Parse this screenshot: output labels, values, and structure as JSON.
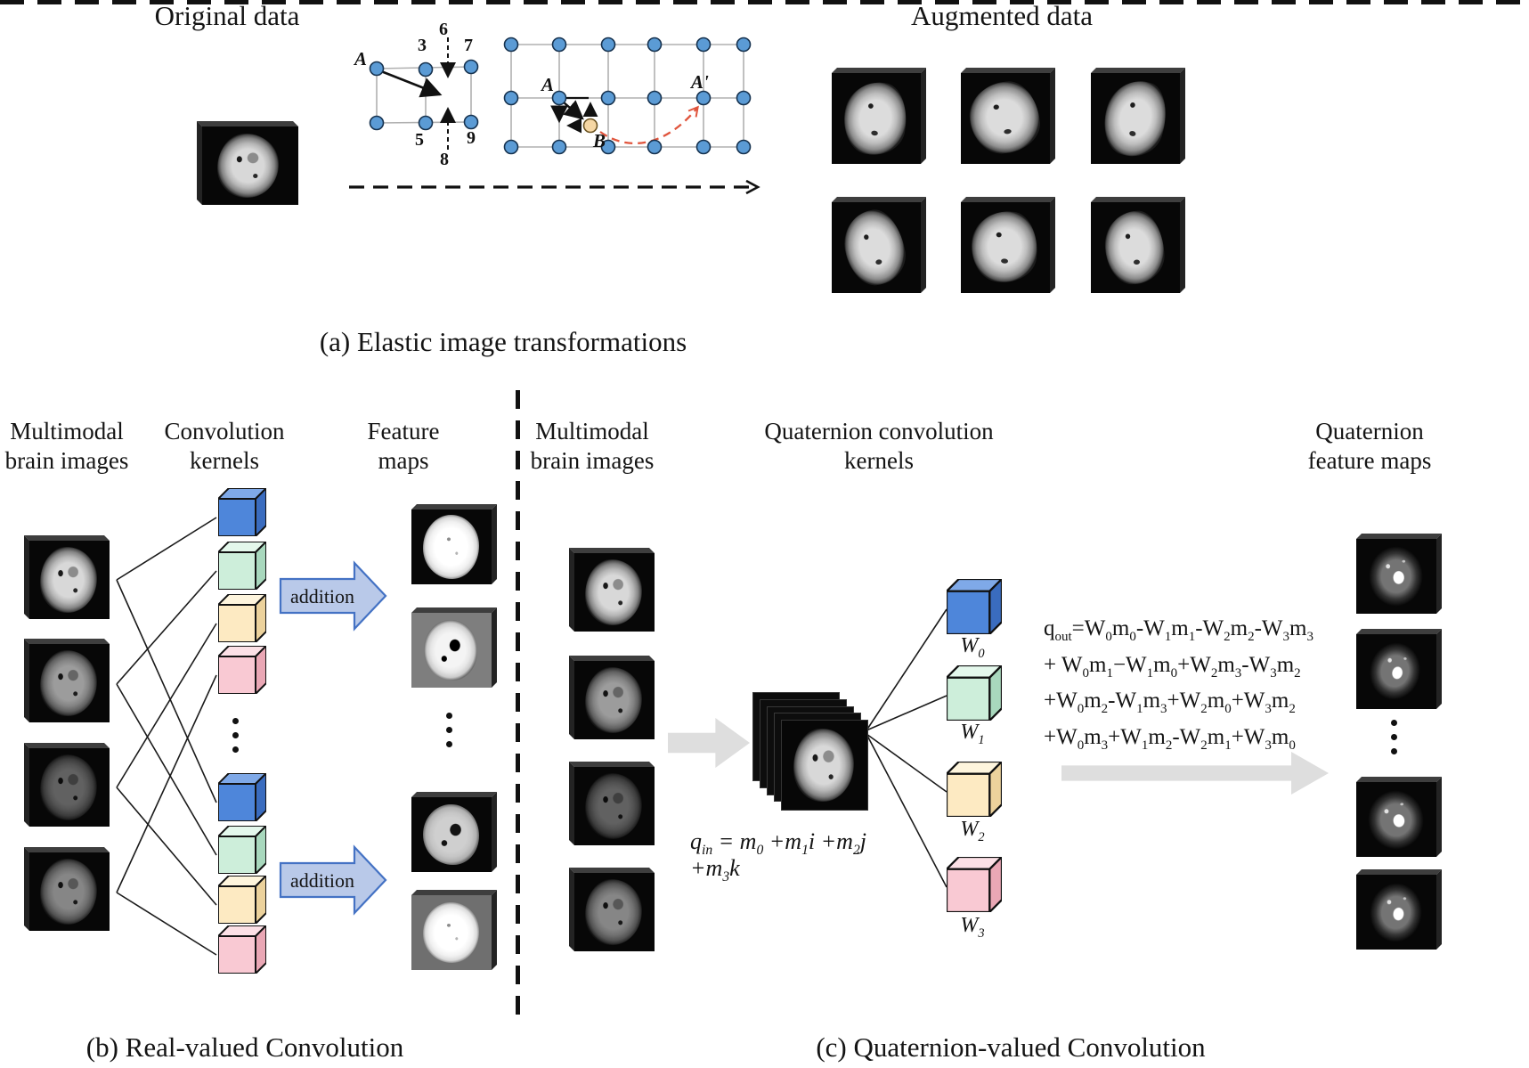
{
  "colors": {
    "kernel_blue": "#4e86da",
    "kernel_green": "#cdeeda",
    "kernel_yellow": "#fdeac2",
    "kernel_pink": "#f9c9d3",
    "grid_dot_blue": "#5b9bd5",
    "grid_dot_orange": "#f6d7a4",
    "addition_arrow_fill": "#b9c9e9",
    "addition_arrow_border": "#4472c4",
    "flow_arrow_gray": "#dedede",
    "elastic_curve_red": "#e0543c"
  },
  "section_a": {
    "original_title": "Original data",
    "augmented_title": "Augmented data",
    "caption": "(a) Elastic image transformations",
    "grid1_labels": {
      "a": "A",
      "n3": "3",
      "n6": "6",
      "n7": "7",
      "n5": "5",
      "n8": "8",
      "n9": "9"
    },
    "grid2_labels": {
      "a": "A",
      "b": "B",
      "a_prime": "A'"
    }
  },
  "section_b": {
    "col1_header": "Multimodal brain images",
    "col2_header": "Convolution kernels",
    "col3_header": "Feature maps",
    "addition_label": "addition",
    "caption": "(b) Real-valued Convolution"
  },
  "section_c": {
    "col1_header": "Multimodal brain images",
    "col2_header": "Quaternion convolution kernels",
    "col3_header": "Quaternion feature maps",
    "kernel_labels": [
      "W_{0}",
      "W_{1}",
      "W_{2}",
      "W_{3}"
    ],
    "q_in": "q_{in} = m_{0} +m_{1}i +m_{2}j +m_{3}k",
    "q_out_lines": [
      "q_{out}=W_{0}m_{0}-W_{1}m_{1}-W_{2}m_{2}-W_{3}m_{3}",
      "+ W_{0}m_{1}−W_{1}m_{0}+W_{2}m_{3}-W_{3}m_{2}",
      "+W_{0}m_{2}-W_{1}m_{3}+W_{2}m_{0}+W_{3}m_{2}",
      "+W_{0}m_{3}+W_{1}m_{2}-W_{2}m_{1}+W_{3}m_{0}"
    ],
    "caption": "(c) Quaternion-valued Convolution"
  }
}
